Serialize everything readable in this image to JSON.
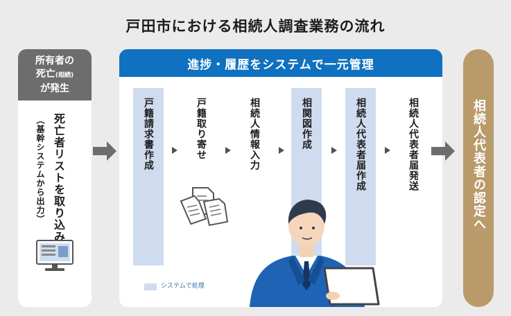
{
  "title": "戸田市における相続人調査業務の流れ",
  "left": {
    "header_line1": "所有者の",
    "header_line2_main": "死亡",
    "header_line2_small": "(相続)",
    "header_line3": "が発生",
    "main_text": "死亡者リストを取り込み",
    "sub_text": "（基幹システムから出力）",
    "icon": "computer-monitor-icon"
  },
  "center": {
    "header": "進捗・履歴をシステムで一元管理",
    "steps": [
      {
        "label": "戸籍請求書作成",
        "system": true
      },
      {
        "label": "戸籍取り寄せ",
        "system": false
      },
      {
        "label": "相続人情報入力",
        "system": false
      },
      {
        "label": "相関図作成",
        "system": true
      },
      {
        "label": "相続人代表者届作成",
        "system": true
      },
      {
        "label": "相続人代表者届発送",
        "system": false
      }
    ],
    "legend": "システムで処理",
    "icons": [
      "documents-icon",
      "office-worker-laptop-icon"
    ]
  },
  "right": {
    "label": "相続人代表者の認定へ"
  },
  "colors": {
    "background": "#ebebeb",
    "gray_header": "#6d6d6d",
    "blue_header": "#0f71bf",
    "system_highlight": "#cfdcef",
    "gold_panel": "#b99a6a"
  }
}
